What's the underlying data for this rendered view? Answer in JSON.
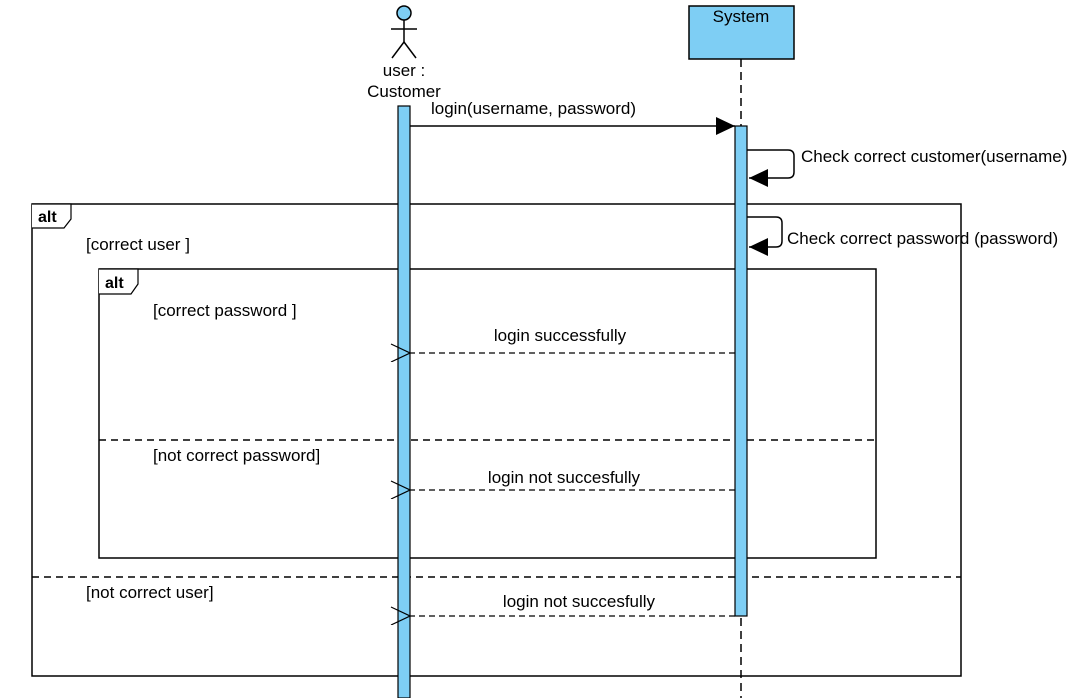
{
  "diagram": {
    "actor": {
      "name_line1": "user :",
      "name_line2": "Customer"
    },
    "system": {
      "name": "System"
    },
    "messages": {
      "login": "login(username, password)",
      "check_customer": "Check correct customer(username)",
      "check_password": "Check correct password (password)",
      "login_success": "login successfully",
      "login_not_success_inner": "login not succesfully",
      "login_not_success_outer": "login not succesfully"
    },
    "fragments": {
      "outer": {
        "operator": "alt",
        "guard1": "[correct user ]",
        "guard2": "[not correct user]"
      },
      "inner": {
        "operator": "alt",
        "guard1": "[correct password ]",
        "guard2": "[not correct password]"
      }
    },
    "colors": {
      "activation_fill": "#7ECEF4",
      "line": "#000000",
      "background": "#FFFFFF"
    }
  }
}
